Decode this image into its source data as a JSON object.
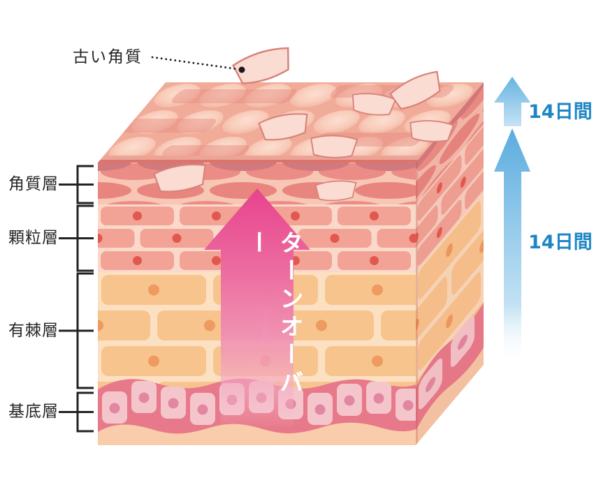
{
  "scene": {
    "background_color": "#ffffff",
    "callout": {
      "label": "古い角質"
    },
    "layer_labels": [
      {
        "name": "角質層"
      },
      {
        "name": "顆粒層"
      },
      {
        "name": "有棘層"
      },
      {
        "name": "基底層"
      }
    ],
    "turnover_arrow": {
      "label": "ターンオーバー",
      "color": "#e8468f"
    },
    "duration_labels": [
      {
        "label": "14日間"
      },
      {
        "label": "14日間"
      }
    ],
    "colors": {
      "label_text": "#262626",
      "duration_text": "#1e86c4",
      "arrow_blue": "#5aacde",
      "turnover_pink": "#e8468f",
      "skin_surface": "#f9cfc0",
      "corneum_cell": "#e98d86",
      "granular_cell": "#f2a395",
      "spinous_cell": "#f8c48e",
      "basal_band": "#e8798a"
    }
  }
}
